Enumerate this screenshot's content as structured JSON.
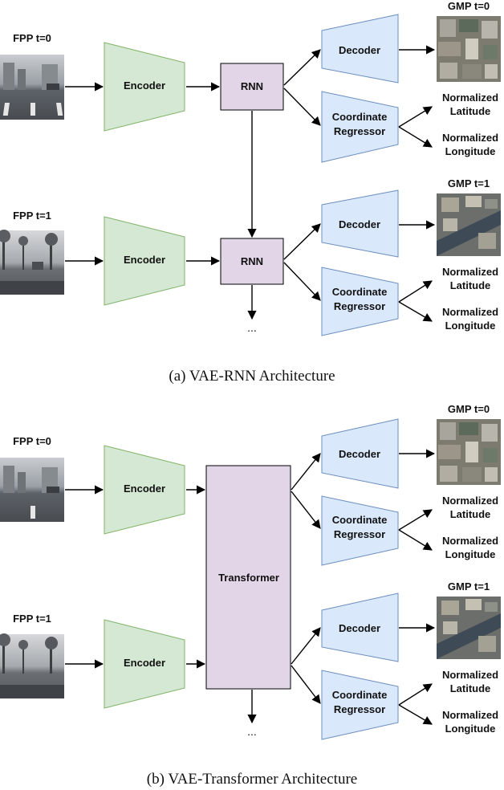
{
  "diagram_a": {
    "caption": "(a) VAE-RNN Architecture",
    "fpp_t0": "FPP t=0",
    "fpp_t1": "FPP t=1",
    "encoder": "Encoder",
    "rnn": "RNN",
    "decoder": "Decoder",
    "regressor_line1": "Coordinate",
    "regressor_line2": "Regressor",
    "gmp_t0": "GMP t=0",
    "gmp_t1": "GMP t=1",
    "norm": "Normalized",
    "latitude": "Latitude",
    "longitude": "Longitude",
    "ellipsis": "..."
  },
  "diagram_b": {
    "caption": "(b) VAE-Transformer Architecture",
    "fpp_t0": "FPP t=0",
    "fpp_t1": "FPP t=1",
    "encoder": "Encoder",
    "transformer": "Transformer",
    "decoder": "Decoder",
    "regressor_line1": "Coordinate",
    "regressor_line2": "Regressor",
    "gmp_t0": "GMP t=0",
    "gmp_t1": "GMP t=1",
    "norm": "Normalized",
    "latitude": "Latitude",
    "longitude": "Longitude",
    "ellipsis": "..."
  },
  "colors": {
    "encoder_fill": "#d5e8d4",
    "encoder_stroke": "#82b366",
    "core_fill": "#e1d5e7",
    "core_stroke": "#9673a6",
    "vae_fill": "#dae8fc",
    "vae_stroke": "#6c8ebf"
  },
  "icons": {
    "street_photo": "street-view-photo",
    "aerial_photo": "aerial-map-photo"
  }
}
